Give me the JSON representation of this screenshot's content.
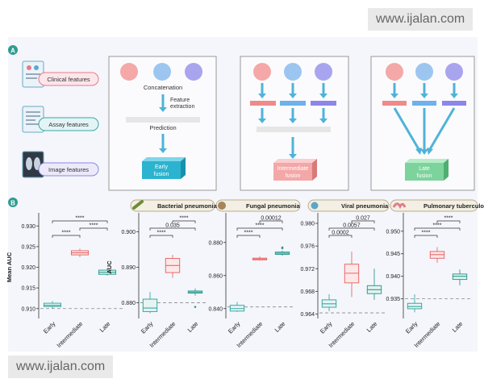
{
  "watermark_top": "www.ijalan.com",
  "watermark_bottom": "www.ijalan.com",
  "panel_a": {
    "letter": "A",
    "inputs": [
      "Clinical features",
      "Assay features",
      "Image features"
    ],
    "early": {
      "concat": "Concatenation",
      "feature": "Feature",
      "extraction": "extraction",
      "prediction": "Prediction",
      "label1": "Early",
      "label2": "fusion"
    },
    "intermediate": {
      "label1": "Intermediate",
      "label2": "fusion"
    },
    "late": {
      "label1": "Late",
      "label2": "fusion"
    }
  },
  "panel_b": {
    "letter": "B",
    "colors": {
      "early": "#3aa8a3",
      "intermediate": "#e86a6a",
      "late": "#2f9b90",
      "input_red": "#f4a8a8",
      "input_blue": "#9cc6f0",
      "input_violet": "#a9a4ee",
      "early_box": "#2bb3cf",
      "mid_box": "#f4a7a7",
      "late_box": "#7cd39c"
    }
  },
  "chart_data": [
    {
      "type": "box",
      "title": "",
      "ylabel": "Mean AUC",
      "categories": [
        "Early",
        "Intermediate",
        "Late"
      ],
      "ylim": [
        0.908,
        0.932
      ],
      "yticks": [
        0.91,
        0.915,
        0.92,
        0.925,
        0.93
      ],
      "ytick_labels": [
        "0.910",
        "0.915",
        "0.920",
        "0.925",
        "0.930"
      ],
      "baseline": 0.91,
      "boxes": [
        {
          "min": 0.91,
          "q1": 0.9105,
          "median": 0.9108,
          "q3": 0.9113,
          "max": 0.9118
        },
        {
          "min": 0.9225,
          "q1": 0.923,
          "median": 0.9235,
          "q3": 0.924,
          "max": 0.9245
        },
        {
          "min": 0.918,
          "q1": 0.9183,
          "median": 0.9188,
          "q3": 0.9193,
          "max": 0.9198
        }
      ],
      "outliers": [],
      "significance": [
        {
          "a": 0,
          "b": 1,
          "label": "****",
          "level": 0
        },
        {
          "a": 1,
          "b": 2,
          "label": "****",
          "level": 1
        },
        {
          "a": 0,
          "b": 2,
          "label": "****",
          "level": 2
        }
      ]
    },
    {
      "type": "box",
      "title": "Bacterial pneumonia",
      "ylabel": "AUC",
      "categories": [
        "Early",
        "Intermediate",
        "Late"
      ],
      "ylim": [
        0.876,
        0.904
      ],
      "yticks": [
        0.88,
        0.89,
        0.9
      ],
      "ytick_labels": [
        "0.880",
        "0.890",
        "0.900"
      ],
      "baseline": 0.88,
      "boxes": [
        {
          "min": 0.877,
          "q1": 0.8775,
          "median": 0.8785,
          "q3": 0.881,
          "max": 0.883
        },
        {
          "min": 0.887,
          "q1": 0.8885,
          "median": 0.8905,
          "q3": 0.8925,
          "max": 0.8935
        },
        {
          "min": 0.882,
          "q1": 0.8827,
          "median": 0.883,
          "q3": 0.8833,
          "max": 0.884
        }
      ],
      "outliers": [
        {
          "x": 2,
          "y": 0.8788
        }
      ],
      "significance": [
        {
          "a": 0,
          "b": 1,
          "label": "****",
          "level": 0
        },
        {
          "a": 0,
          "b": 2,
          "label": "0.035",
          "level": 1
        },
        {
          "a": 1,
          "b": 2,
          "label": "****",
          "level": 2
        }
      ]
    },
    {
      "type": "box",
      "title": "Fungal pneumonia",
      "ylabel": "",
      "categories": [
        "Early",
        "Intermediate",
        "Late"
      ],
      "ylim": [
        0.835,
        0.895
      ],
      "yticks": [
        0.84,
        0.86,
        0.88
      ],
      "ytick_labels": [
        "0.840",
        "0.860",
        "0.880"
      ],
      "baseline": 0.841,
      "boxes": [
        {
          "min": 0.838,
          "q1": 0.8385,
          "median": 0.84,
          "q3": 0.842,
          "max": 0.844
        },
        {
          "min": 0.869,
          "q1": 0.8695,
          "median": 0.87,
          "q3": 0.8705,
          "max": 0.8715
        },
        {
          "min": 0.872,
          "q1": 0.8728,
          "median": 0.8735,
          "q3": 0.8742,
          "max": 0.875
        }
      ],
      "outliers": [
        {
          "x": 2,
          "y": 0.8765
        },
        {
          "x": 2,
          "y": 0.877
        }
      ],
      "significance": [
        {
          "a": 0,
          "b": 1,
          "label": "****",
          "level": 0
        },
        {
          "a": 0,
          "b": 2,
          "label": "****",
          "level": 1
        },
        {
          "a": 1,
          "b": 2,
          "label": "0.00012",
          "level": 2
        }
      ]
    },
    {
      "type": "box",
      "title": "Viral pneumonia",
      "ylabel": "",
      "categories": [
        "Early",
        "Intermediate",
        "Late"
      ],
      "ylim": [
        0.9635,
        0.981
      ],
      "yticks": [
        0.964,
        0.968,
        0.972,
        0.976,
        0.98
      ],
      "ytick_labels": [
        "0.964",
        "0.968",
        "0.972",
        "0.976",
        "0.980"
      ],
      "baseline": 0.9642,
      "boxes": [
        {
          "min": 0.9645,
          "q1": 0.9652,
          "median": 0.9658,
          "q3": 0.9665,
          "max": 0.9675
        },
        {
          "min": 0.967,
          "q1": 0.9695,
          "median": 0.9712,
          "q3": 0.9728,
          "max": 0.975
        },
        {
          "min": 0.9665,
          "q1": 0.9676,
          "median": 0.9683,
          "q3": 0.969,
          "max": 0.972
        }
      ],
      "outliers": [],
      "significance": [
        {
          "a": 0,
          "b": 1,
          "label": "0.0002",
          "level": 0
        },
        {
          "a": 0,
          "b": 2,
          "label": "0.0057",
          "level": 1
        },
        {
          "a": 1,
          "b": 2,
          "label": "0.027",
          "level": 2
        }
      ]
    },
    {
      "type": "box",
      "title": "Pulmonary tuberculosis",
      "ylabel": "",
      "categories": [
        "Early",
        "Intermediate",
        "Late"
      ],
      "ylim": [
        0.931,
        0.953
      ],
      "yticks": [
        0.935,
        0.94,
        0.945,
        0.95
      ],
      "ytick_labels": [
        "0.935",
        "0.940",
        "0.945",
        "0.950"
      ],
      "baseline": 0.935,
      "boxes": [
        {
          "min": 0.932,
          "q1": 0.9328,
          "median": 0.9333,
          "q3": 0.934,
          "max": 0.936
        },
        {
          "min": 0.943,
          "q1": 0.944,
          "median": 0.9448,
          "q3": 0.9455,
          "max": 0.9465
        },
        {
          "min": 0.938,
          "q1": 0.9393,
          "median": 0.94,
          "q3": 0.9405,
          "max": 0.9415
        }
      ],
      "outliers": [],
      "significance": [
        {
          "a": 0,
          "b": 1,
          "label": "****",
          "level": 0
        },
        {
          "a": 0,
          "b": 2,
          "label": "****",
          "level": 1
        },
        {
          "a": 1,
          "b": 2,
          "label": "****",
          "level": 2
        }
      ]
    }
  ]
}
